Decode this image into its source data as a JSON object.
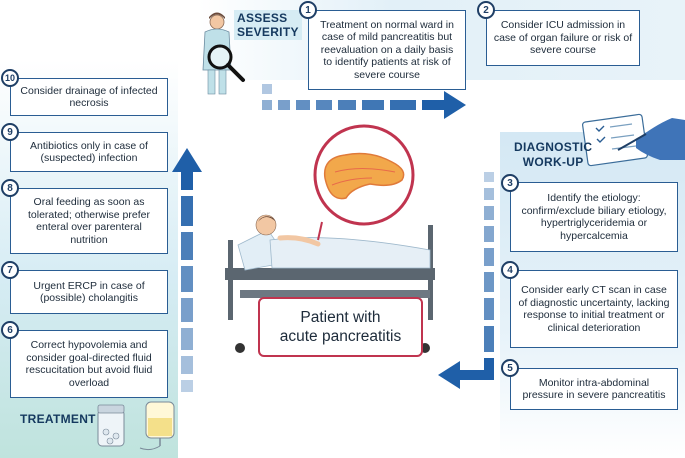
{
  "sections": {
    "assess": "ASSESS\nSEVERITY",
    "assess_line1": "ASSESS",
    "assess_line2": "SEVERITY",
    "diagnostic_line1": "DIAGNOSTIC",
    "diagnostic_line2": "WORK-UP",
    "treatment": "TREATMENT"
  },
  "center": {
    "line1": "Patient with",
    "line2": "acute pancreatitis"
  },
  "steps": [
    {
      "n": "1",
      "text": "Treatment on normal ward in case of mild pancreatitis but reevaluation on a daily basis to identify patients at risk of severe course"
    },
    {
      "n": "2",
      "text": "Consider ICU admission in case of organ failure or risk of severe course"
    },
    {
      "n": "3",
      "text": "Identify the etiology: confirm/exclude biliary etiology, hypertriglyceridemia or hypercalcemia"
    },
    {
      "n": "4",
      "text": "Consider early CT scan in case of diagnostic uncertainty, lacking response to initial treatment or clinical deterioration"
    },
    {
      "n": "5",
      "text": "Monitor intra-abdominal pressure in severe pancreatitis"
    },
    {
      "n": "6",
      "text": "Correct hypovolemia and consider goal-directed fluid rescucitation but avoid fluid overload"
    },
    {
      "n": "7",
      "text": "Urgent ERCP in case of (possible) cholangitis"
    },
    {
      "n": "8",
      "text": "Oral feeding as soon as tolerated; otherwise prefer enteral over parenteral nutrition"
    },
    {
      "n": "9",
      "text": "Antibiotics only in case of (suspected) infection"
    },
    {
      "n": "10",
      "text": "Consider drainage of infected necrosis"
    }
  ],
  "colors": {
    "frame": "#2a5d93",
    "arrow": "#1f5fa8",
    "accent": "#c0344f",
    "panel": "#d6e9f4"
  }
}
